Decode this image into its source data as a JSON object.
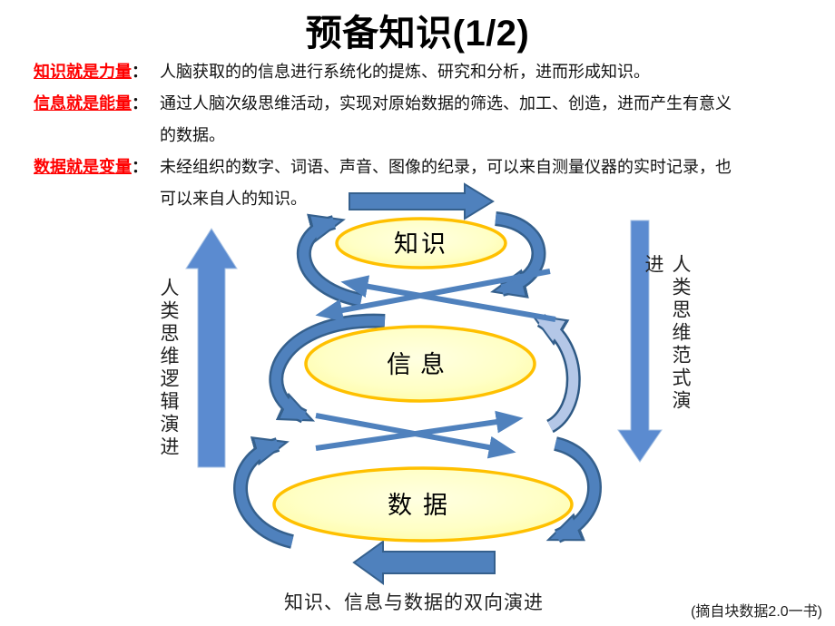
{
  "title": "预备知识(1/2)",
  "definitions": [
    {
      "term": "知识就是力量",
      "colon": "：",
      "line1": "人脑获取的的信息进行系统化的提炼、研究和分析，进而形成知识。"
    },
    {
      "term": "信息就是能量",
      "colon": "：",
      "line1": "通过人脑次级思维活动，实现对原始数据的筛选、加工、创造，进而产生有意义",
      "line2": "的数据。"
    },
    {
      "term": "数据就是变量",
      "colon": "：",
      "line1": "未经组织的数字、词语、声音、图像的纪录，可以来自测量仪器的实时记录，也",
      "line2": "可以来自人的知识。"
    }
  ],
  "diagram": {
    "nodes": [
      {
        "id": "knowledge",
        "label": "知识"
      },
      {
        "id": "information",
        "label": "信息"
      },
      {
        "id": "data",
        "label": "数据"
      }
    ],
    "left_axis_label": "人类思维逻辑演进",
    "right_axis_label": "人类思维范式演进",
    "caption": "知识、信息与数据的双向演进",
    "colors": {
      "arrow_blue": "#4F81BD",
      "arrow_border": "#35608D",
      "flat_arrow_blue": "#5B8BD0",
      "light_arc_fill": "#B4C7E7",
      "ellipse_fill": "#FFFFA8",
      "ellipse_border": "#FFC000",
      "term_red": "#FF0000"
    }
  },
  "source": "(摘自块数据2.0一书)"
}
